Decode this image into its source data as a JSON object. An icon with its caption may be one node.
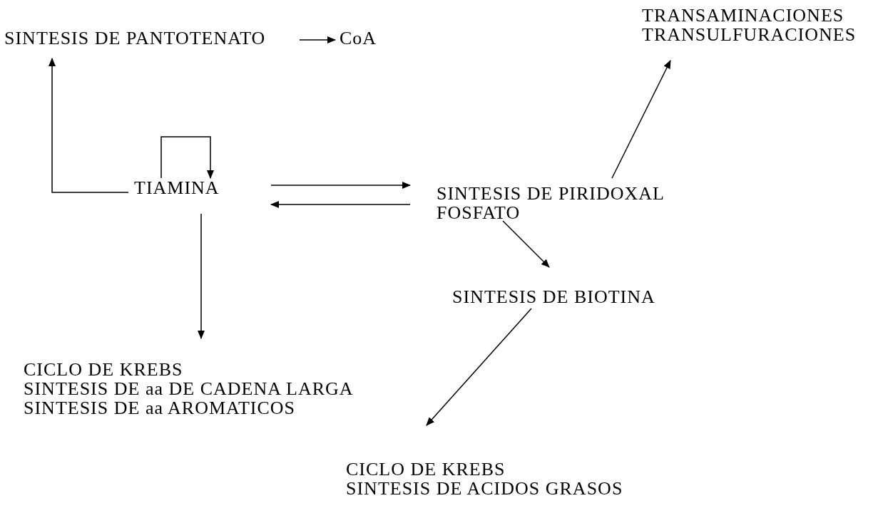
{
  "diagram": {
    "nodes": [
      {
        "text": [
          "SINTESIS DE PANTOTENATO"
        ]
      },
      {
        "text": [
          "CoA"
        ]
      },
      {
        "text": [
          "TRANSAMINACIONES",
          "TRANSULFURACIONES"
        ]
      },
      {
        "text": [
          "TIAMINA"
        ]
      },
      {
        "text": [
          "SINTESIS DE PIRIDOXAL FOSFATO"
        ]
      },
      {
        "text": [
          "SINTESIS DE BIOTINA"
        ]
      },
      {
        "text": [
          "CICLO DE KREBS",
          "SINTESIS DE aa DE CADENA LARGA",
          "SINTESIS DE aa AROMATICOS"
        ]
      },
      {
        "text": [
          "CICLO DE KREBS",
          "SINTESIS DE ACIDOS GRASOS"
        ]
      }
    ],
    "edges": [
      {
        "from": 0,
        "to": 1,
        "arrow": "to"
      },
      {
        "from": 3,
        "to": 0,
        "arrow": "to"
      },
      {
        "from": 3,
        "to": 3,
        "arrow": "to"
      },
      {
        "from": 3,
        "to": 4,
        "arrow": "to"
      },
      {
        "from": 4,
        "to": 3,
        "arrow": "to"
      },
      {
        "from": 4,
        "to": 2,
        "arrow": "to"
      },
      {
        "from": 4,
        "to": 5,
        "arrow": "to"
      },
      {
        "from": 3,
        "to": 6,
        "arrow": "to"
      },
      {
        "from": 5,
        "to": 7,
        "arrow": "to"
      }
    ]
  }
}
